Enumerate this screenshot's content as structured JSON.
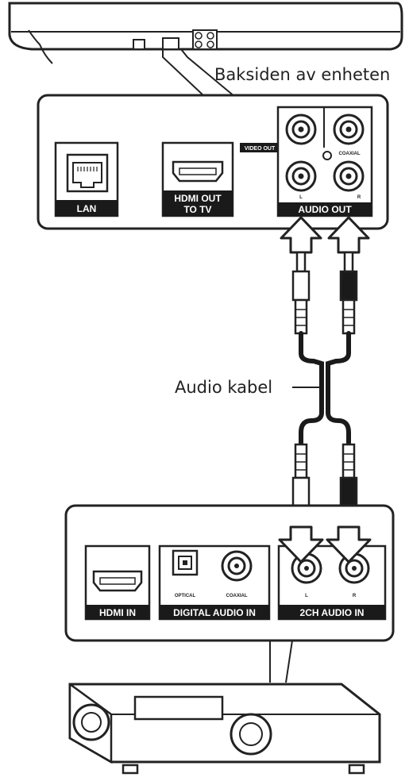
{
  "labels": {
    "back_of_unit": "Baksiden av enheten",
    "audio_cable": "Audio kabel"
  },
  "player": {
    "lan": "LAN",
    "hdmi_out_1": "HDMI OUT",
    "hdmi_out_2": "TO TV",
    "video_out": "VIDEO OUT",
    "coaxial": "COAXIAL",
    "audio_out": "AUDIO OUT",
    "left": "L",
    "right": "R"
  },
  "receiver": {
    "hdmi_in": "HDMI IN",
    "optical": "OPTICAL",
    "coaxial": "COAXIAL",
    "digital_audio_in": "DIGITAL AUDIO IN",
    "left": "L",
    "right": "R",
    "ch2_audio_in": "2CH AUDIO IN"
  },
  "colors": {
    "line": "#222222",
    "label_bar": "#1a1a1a",
    "plug_white": "#ffffff",
    "plug_black": "#1a1a1a"
  }
}
